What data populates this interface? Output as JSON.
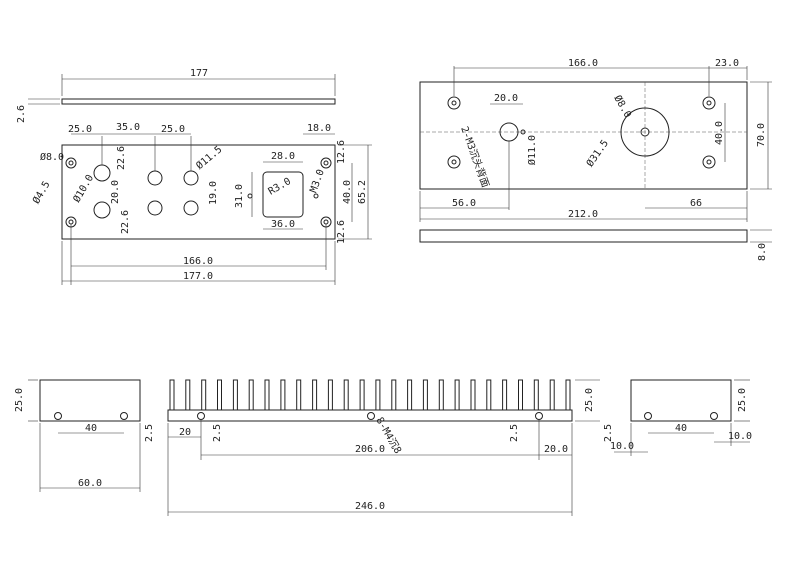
{
  "drawing": {
    "front_panel": {
      "thickness_top_len": "177",
      "thickness": "2.6",
      "d_25a": "25.0",
      "d_35": "35.0",
      "d_25b": "25.0",
      "d_18": "18.0",
      "d_phi8": "Ø8.0",
      "d_phi4_5": "Ø4.5",
      "d_phi10": "Ø10.0",
      "d_22_6a": "22.6",
      "d_20": "20.0",
      "d_22_6b": "22.6",
      "d_phi11_5": "Ø11.5",
      "d_19": "19.0",
      "d_28": "28.0",
      "d_r3": "R3.0",
      "d_m3": "M3.0",
      "d_31": "31.0",
      "d_36": "36.0",
      "d_12_6a": "12.6",
      "d_40": "40.0",
      "d_65_2": "65.2",
      "d_12_6b": "12.6",
      "d_166": "166.0",
      "d_177": "177.0"
    },
    "back_panel": {
      "d_166": "166.0",
      "d_23": "23.0",
      "d_20": "20.0",
      "d_phi8": "Ø8.0",
      "d_70": "70.0",
      "d_40": "40.0",
      "d_phi11": "Ø11.0",
      "d_phi31_5": "Ø31.5",
      "d_note": "2-M3沉头背面",
      "d_56": "56.0",
      "d_66": "66",
      "d_212": "212.0",
      "d_8": "8.0"
    },
    "left_end": {
      "d_25": "25.0",
      "d_40": "40",
      "d_2_5": "2.5",
      "d_60": "60.0"
    },
    "heatsink": {
      "d_20a": "20",
      "d_2_5a": "2.5",
      "d_206": "206.0",
      "d_2_5b": "2.5",
      "d_20b": "20.0",
      "d_25": "25.0",
      "d_246": "246.0",
      "d_note": "8-M4沉8",
      "fin_count": 26
    },
    "right_end": {
      "d_25": "25.0",
      "d_40": "40",
      "d_2_5": "2.5",
      "d_10a": "10.0",
      "d_10b": "10.0"
    }
  }
}
